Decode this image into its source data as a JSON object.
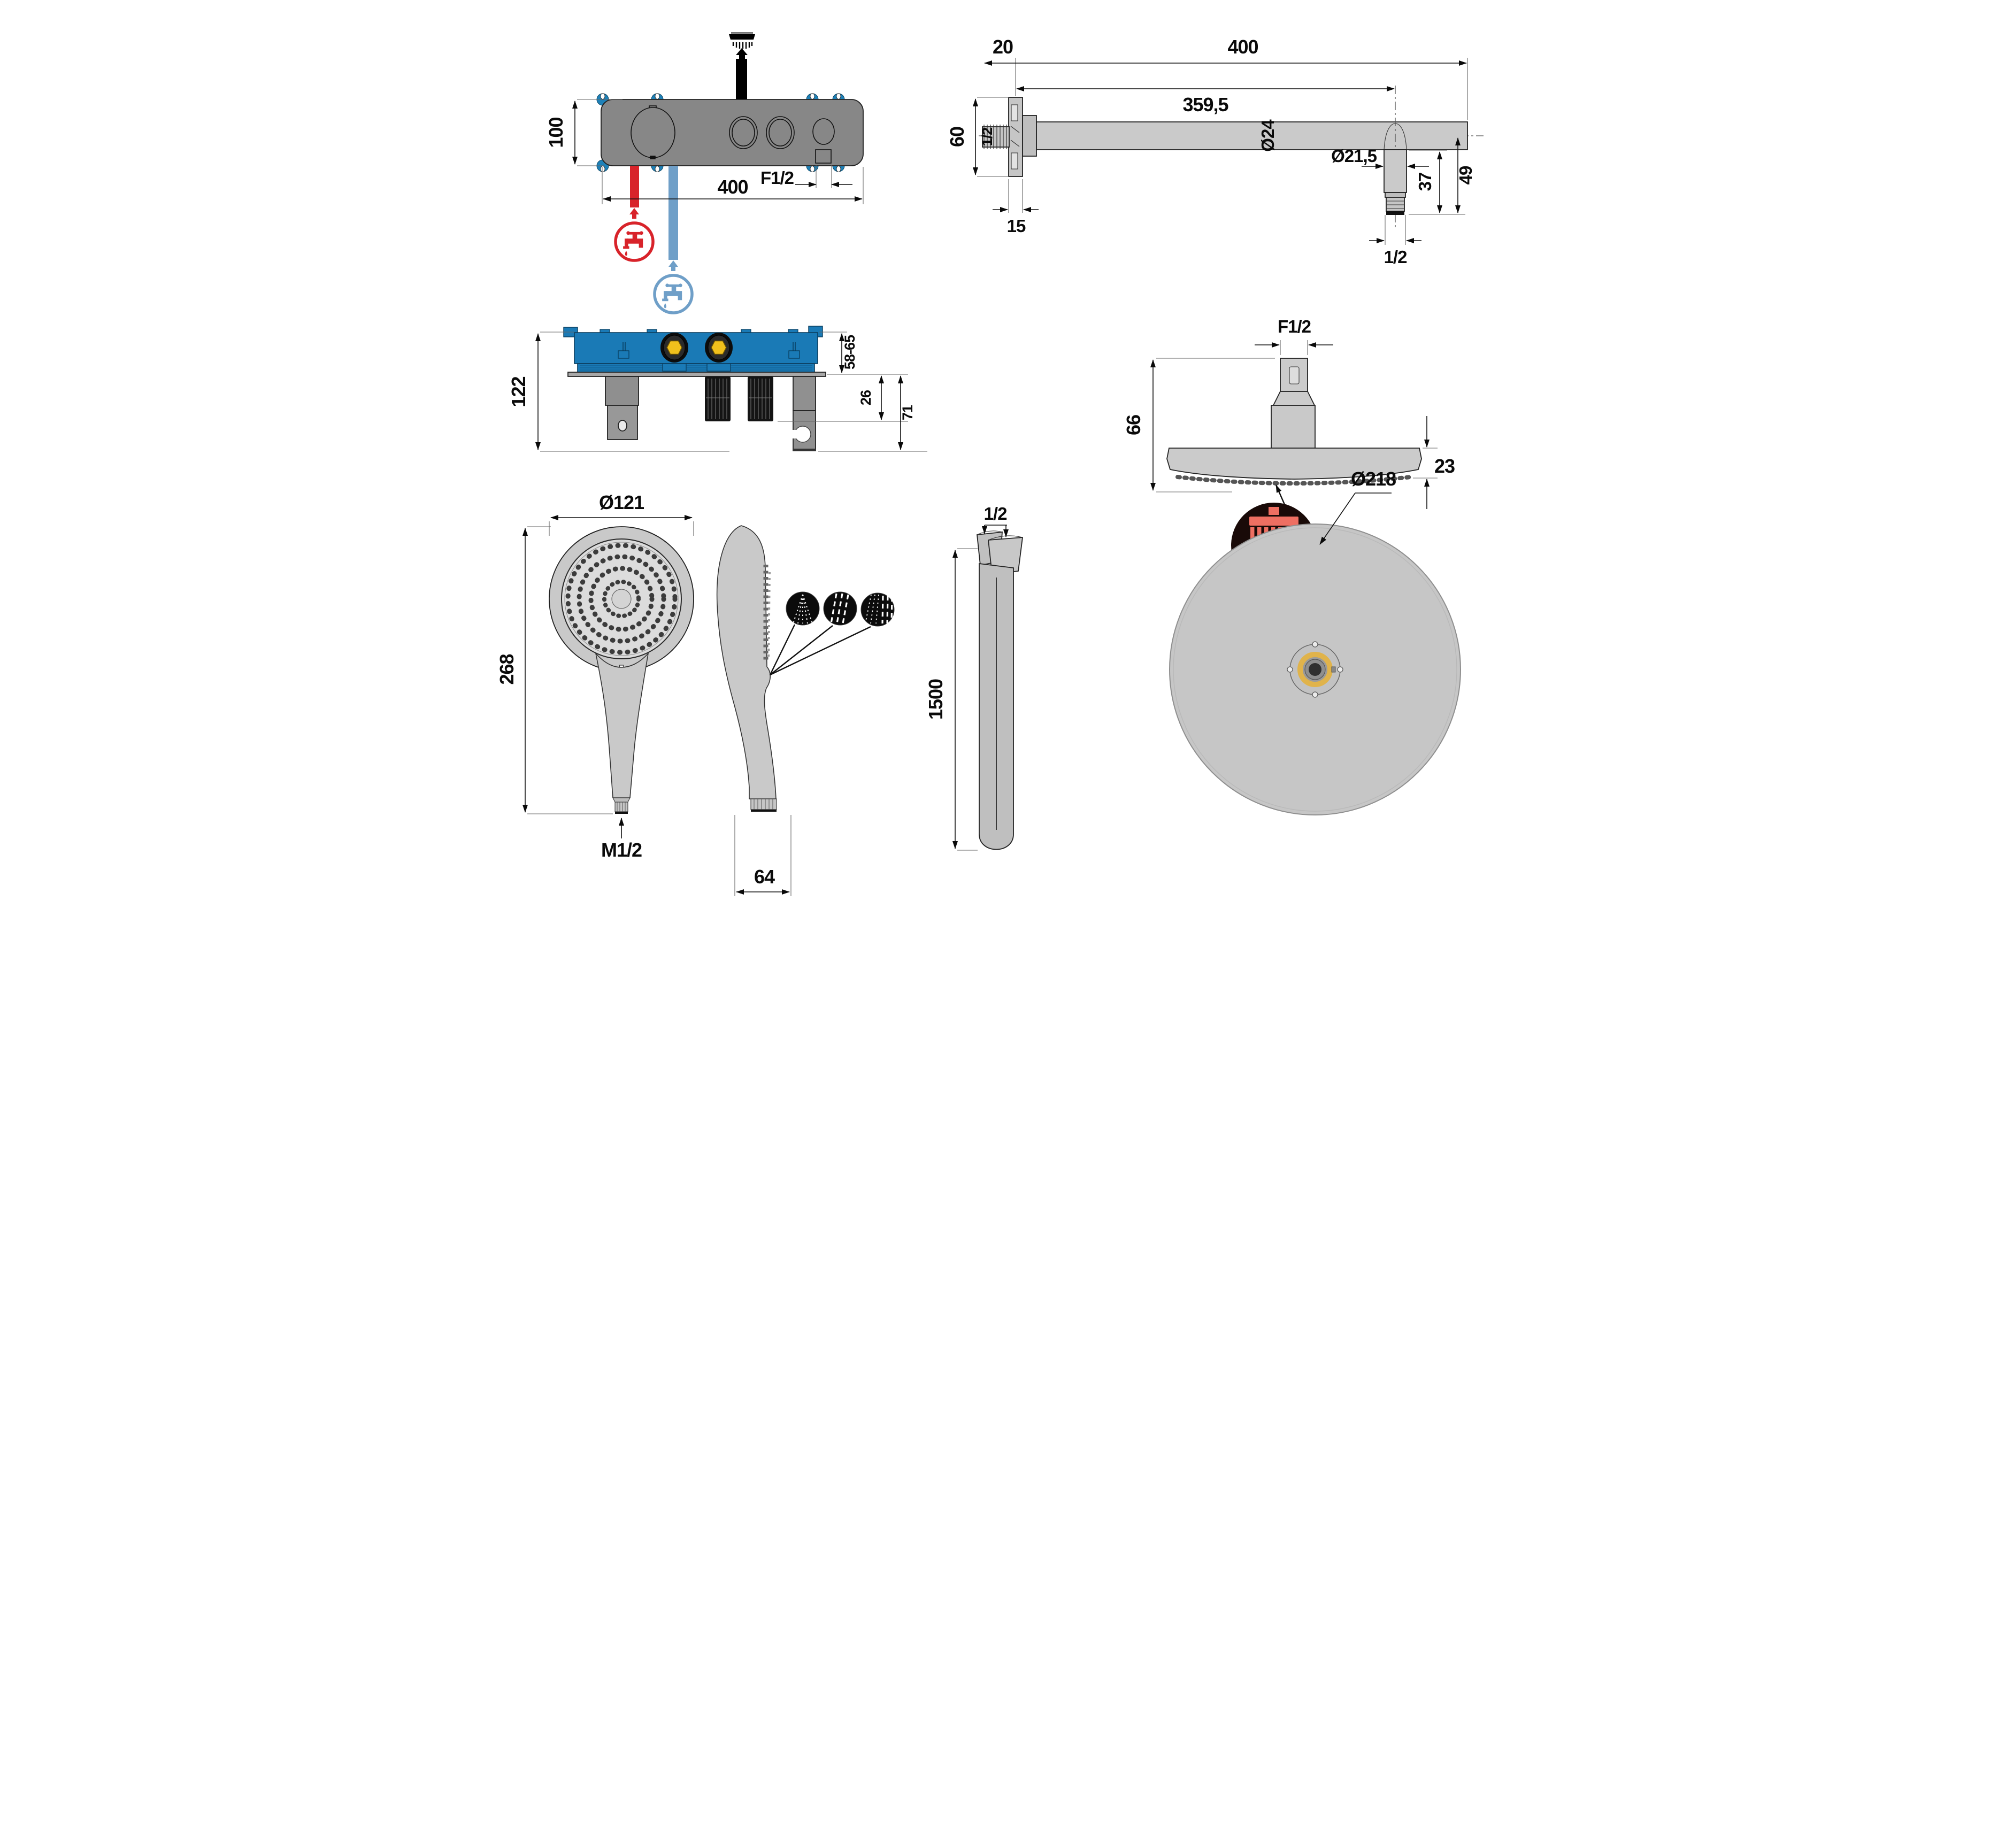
{
  "title": "Shower set installation technical drawing",
  "colors": {
    "body_gray": "#878787",
    "part_gray": "#c9c9c9",
    "box_blue": "#1a7ab6",
    "lug_blue": "#1e81b8",
    "port_yellow": "#f0c01c",
    "hot_red": "#d8232a",
    "cold_blue": "#6f9fc8",
    "icon_dark": "#190a08",
    "icon_salmon": "#ee6f62",
    "hub_yellow": "#e0b34b"
  },
  "panels": {
    "valve_front": {
      "height": "100",
      "width": "400",
      "outlet_thread": "F1/2"
    },
    "arm": {
      "wall_offset": "20",
      "length": "400",
      "outlet_offset": "359,5",
      "flange_height": "60",
      "inlet_thread": "1/2",
      "flange_depth": "15",
      "tube_diameter": "Ø24",
      "outlet_diameter": "Ø21,5",
      "outlet_drop": "37",
      "outlet_total_drop": "49",
      "outlet_thread": "1/2"
    },
    "valve_side": {
      "depth": "122",
      "plaster_range": "58-65",
      "knob_depth": "26",
      "holder_depth": "71"
    },
    "head_side": {
      "inlet_thread": "F1/2",
      "height": "66",
      "disc_thickness": "23"
    },
    "hand_shower": {
      "head_diameter": "Ø121",
      "length": "268",
      "inlet_thread": "M1/2",
      "depth": "64"
    },
    "hose": {
      "nut_thread": "1/2",
      "length": "1500"
    },
    "head_top": {
      "diameter": "Ø218"
    }
  }
}
